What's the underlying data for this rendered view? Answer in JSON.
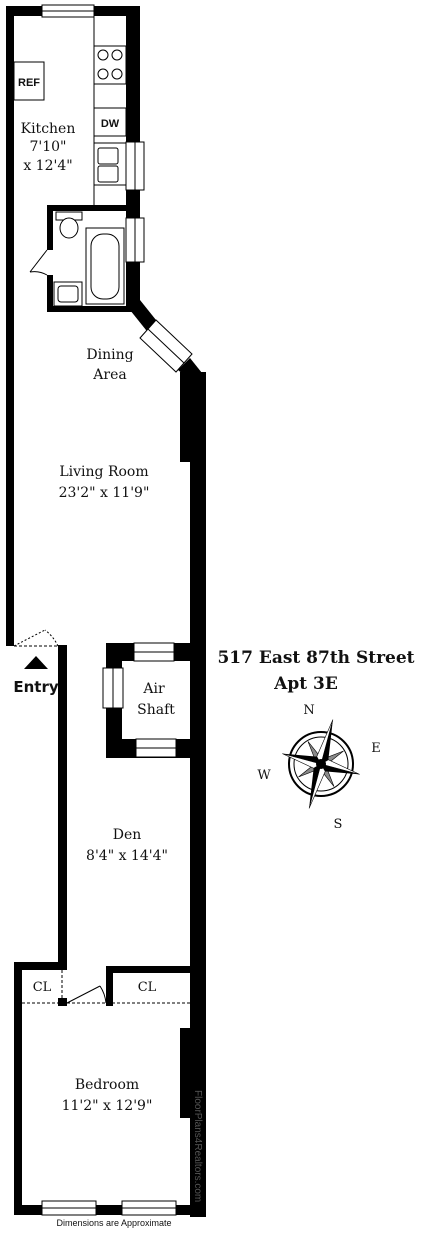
{
  "address": {
    "line1": "517 East 87th Street",
    "line2": "Apt 3E"
  },
  "rooms": {
    "kitchen": {
      "name": "Kitchen",
      "dim1": "7'10\"",
      "dim2": "x 12'4\""
    },
    "dining": {
      "line1": "Dining",
      "line2": "Area"
    },
    "living": {
      "name": "Living Room",
      "dims": "23'2\" x 11'9\""
    },
    "air_shaft": {
      "line1": "Air",
      "line2": "Shaft"
    },
    "den": {
      "name": "Den",
      "dims": "8'4\" x 14'4\""
    },
    "bedroom": {
      "name": "Bedroom",
      "dims": "11'2\" x 12'9\""
    }
  },
  "fixtures": {
    "ref": "REF",
    "dw": "DW",
    "closet_left": "CL",
    "closet_right": "CL"
  },
  "entry_label": "Entry",
  "compass": {
    "n": "N",
    "e": "E",
    "s": "S",
    "w": "W"
  },
  "footer_note": "Dimensions are Approximate",
  "credit": "FloorPlans4Realtors.com",
  "colors": {
    "wall": "#000000",
    "compass_gray": "#8a8a8a",
    "window_fill": "#ffffff"
  }
}
